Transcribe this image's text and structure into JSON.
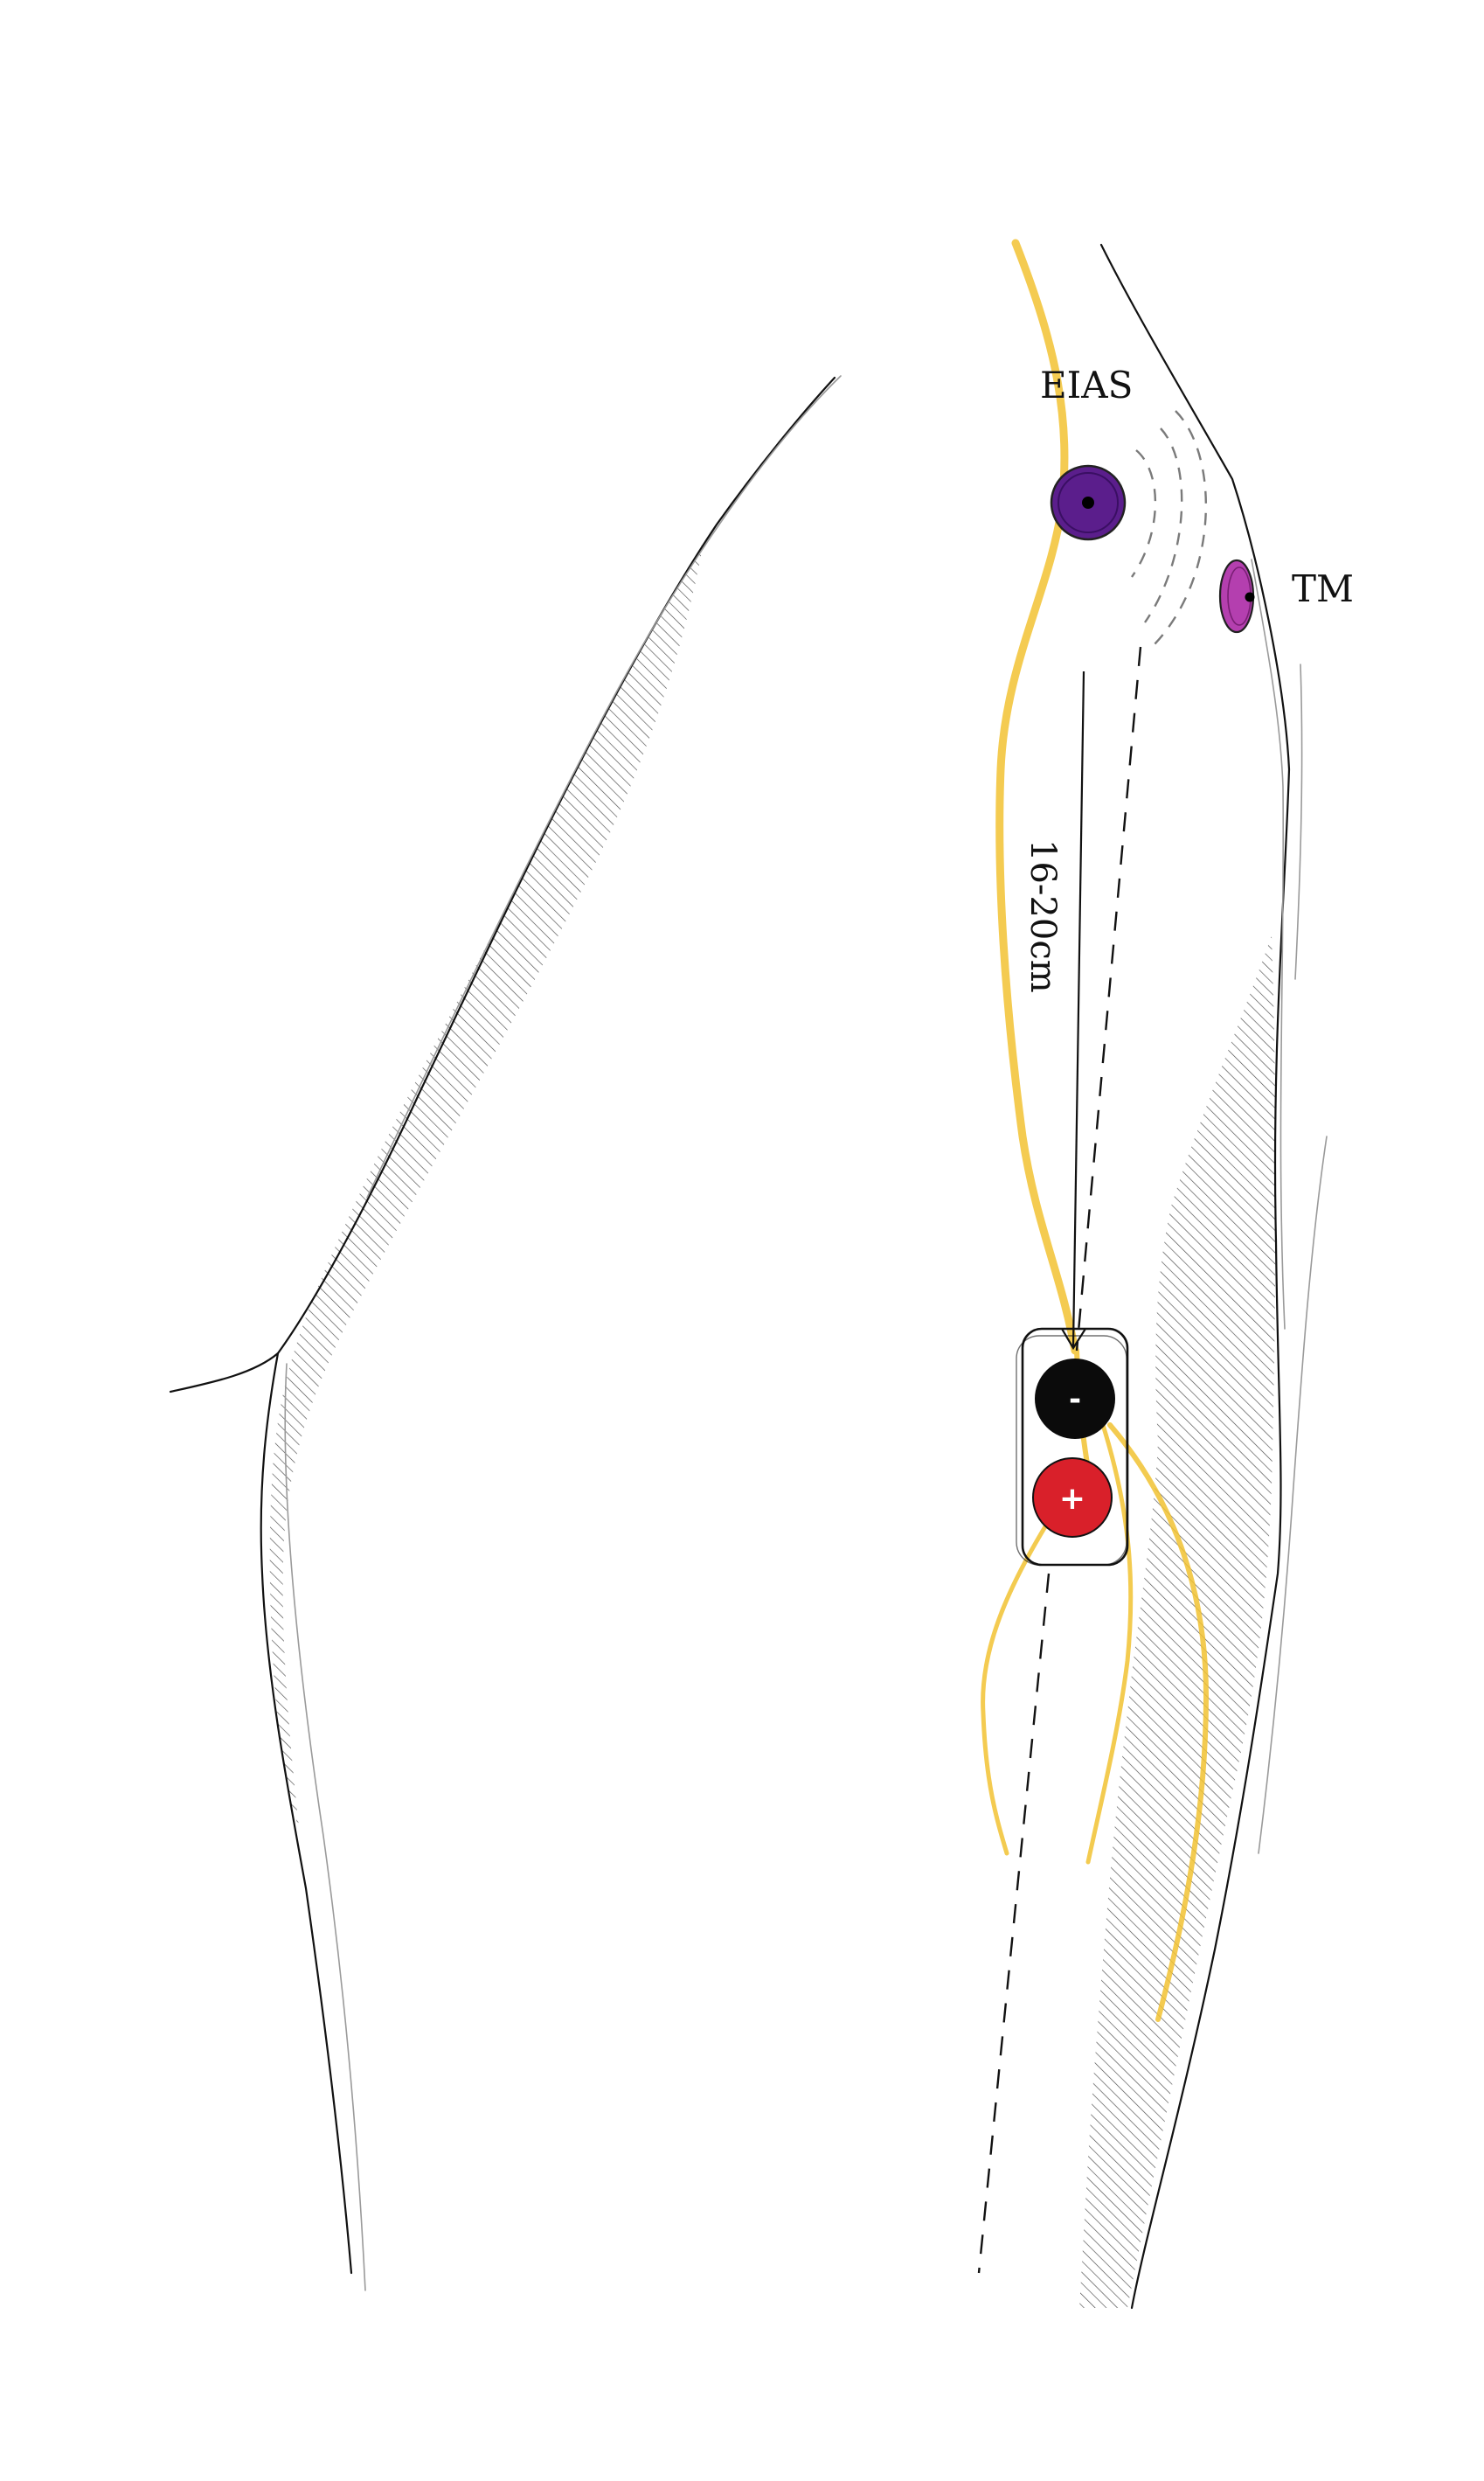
{
  "labels": {
    "eias": "EIAS",
    "tm": "TM",
    "distance": "16-20cm"
  },
  "electrodes": {
    "negative_symbol": "-",
    "positive_symbol": "+"
  },
  "colors": {
    "nerve": "#F2C232",
    "eias_marker": "#5B1E8C",
    "tm_marker": "#B43FAF",
    "negative_electrode": "#0B0B0B",
    "positive_electrode": "#D9202A",
    "outline": "#111111",
    "hatch": "#333333"
  },
  "icons": [
    "eias-landmark-icon",
    "tm-landmark-icon",
    "negative-electrode-icon",
    "positive-electrode-icon"
  ]
}
